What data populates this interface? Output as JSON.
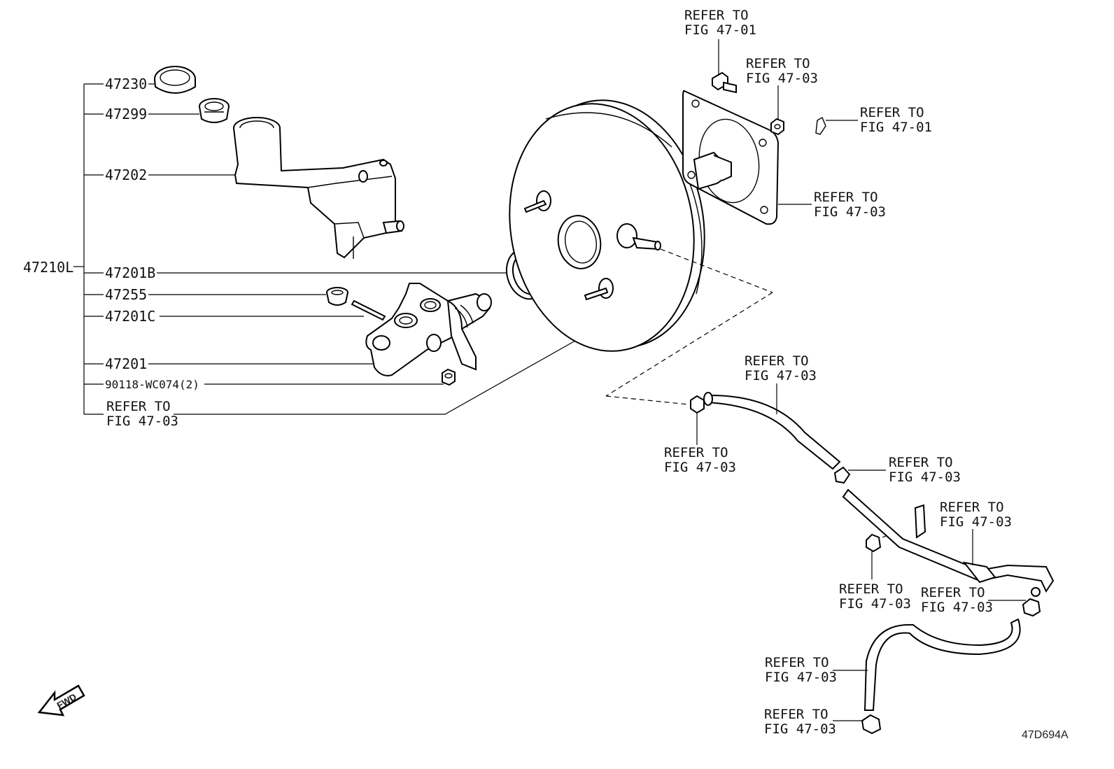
{
  "parts": {
    "assembly": "47210L",
    "cap": "47230",
    "strainer": "47299",
    "reservoir": "47202",
    "o_ring": "47201B",
    "grommet": "47255",
    "pin": "47201C",
    "master_cylinder": "47201",
    "nut": "90118-WC074(2)"
  },
  "refer": {
    "line1": "REFER TO",
    "fig_47_01": "FIG 47-01",
    "fig_47_03": "FIG 47-03"
  },
  "fwd_label": "FWD",
  "diagram_id": "47D694A"
}
